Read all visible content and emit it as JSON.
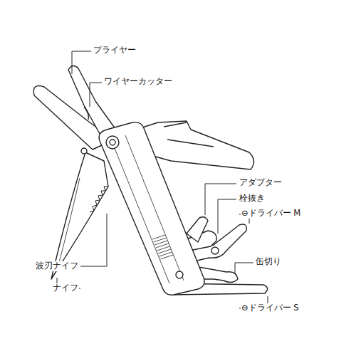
{
  "diagram": {
    "labels": [
      "プライヤー",
      "ワイヤーカッター",
      "アダプター",
      "栓抜き",
      "⊖ドライバー M",
      "缶切り",
      "⊖ドライバー S",
      "波刃ナイフ",
      "ナイフ"
    ]
  }
}
